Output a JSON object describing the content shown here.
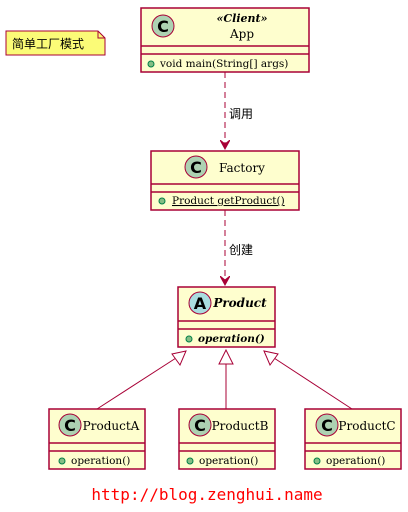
{
  "note": {
    "text": "简单工厂模式"
  },
  "classes": {
    "app": {
      "stereotype": "«Client»",
      "name": "App",
      "icon": "C",
      "method": "void main(String[] args)"
    },
    "factory": {
      "name": "Factory",
      "icon": "C",
      "method": "Product getProduct()"
    },
    "product": {
      "name": "Product",
      "icon": "A",
      "method": "operation()"
    },
    "productA": {
      "name": "ProductA",
      "icon": "C",
      "method": "operation()"
    },
    "productB": {
      "name": "ProductB",
      "icon": "C",
      "method": "operation()"
    },
    "productC": {
      "name": "ProductC",
      "icon": "C",
      "method": "operation()"
    }
  },
  "edges": {
    "app_factory": {
      "label": "调用"
    },
    "factory_product": {
      "label": "创建"
    }
  },
  "watermark": {
    "text": "http://blog.zenghui.name"
  },
  "colors": {
    "class_fill": "#FEFECE",
    "border": "#A80036",
    "class_icon": "#ADD1B2",
    "abstract_icon": "#A9DCDF",
    "note": "#FBFB77",
    "watermark": "#FF0000"
  }
}
